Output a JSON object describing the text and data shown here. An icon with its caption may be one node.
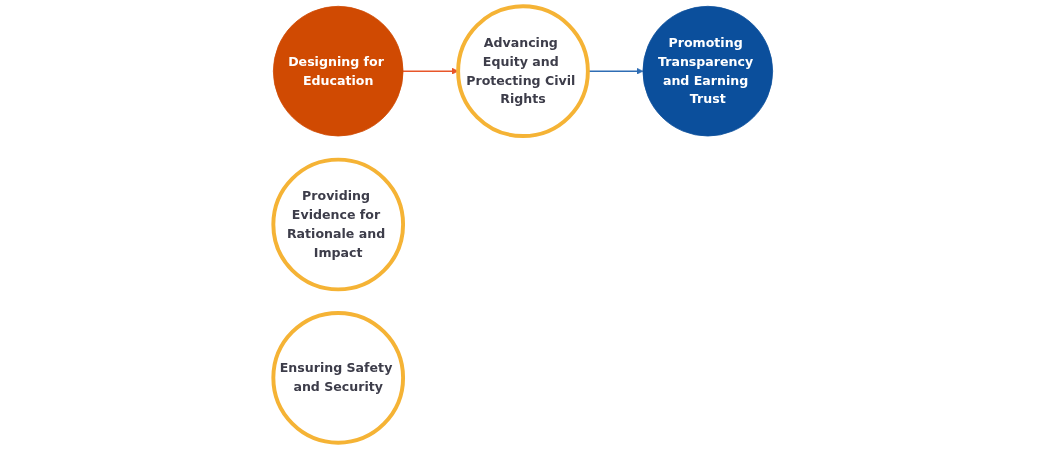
{
  "diagram": {
    "nodes": [
      {
        "text": [
          "Designing for Education"
        ]
      },
      {
        "text": [
          "Providing Evidence for Rationale and Impact"
        ]
      },
      {
        "text": [
          "Ensuring Safety and Security"
        ]
      },
      {
        "text": [
          "Advancing Equity and Protecting Civil Rights"
        ]
      },
      {
        "text": [
          "Promoting Transparency and Earning Trust"
        ]
      }
    ],
    "edges": [
      {
        "from": 0,
        "to": 3,
        "arrow": "to",
        "color": "#e8562a"
      },
      {
        "from": 3,
        "to": 4,
        "arrow": "to",
        "color": "#2e6db4"
      }
    ]
  }
}
